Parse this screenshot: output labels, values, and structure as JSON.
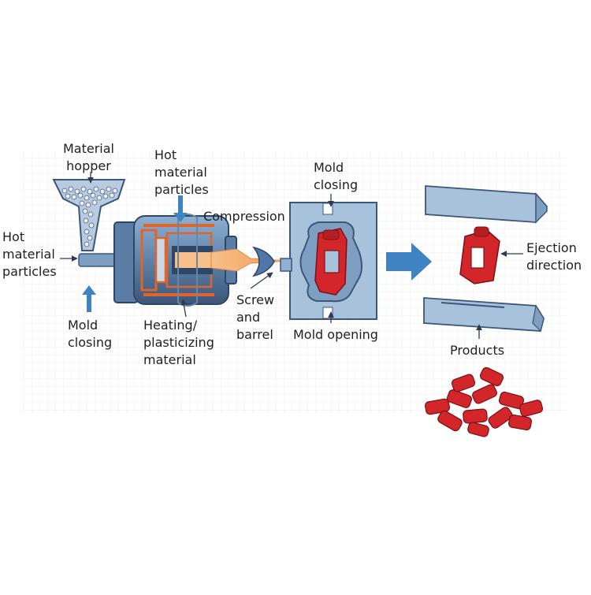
{
  "labels": {
    "material_hopper": "Material\nhopper",
    "hot_particles_top": "Hot\nmaterial\nparticles",
    "hot_particles_left": "Hot\nmaterial\nparticles",
    "compression": "Compression",
    "mold_closing_top": "Mold\nclosing",
    "mold_closing_bottom": "Mold\nclosing",
    "screw_barrel": "Screw\nand\nbarrel",
    "heating": "Heating/\nplasticizing\nmaterial",
    "mold_opening": "Mold opening",
    "ejection": "Ejection\ndirection",
    "products": "Products"
  },
  "colors": {
    "machine_blue": "#6e8fb4",
    "machine_dark": "#3c5678",
    "heater_orange": "#e0652a",
    "part_red": "#d3262b",
    "mold_blue": "#a9c2dc",
    "arrow_blue": "#3f83c2",
    "grid": "#e6e9ee"
  }
}
